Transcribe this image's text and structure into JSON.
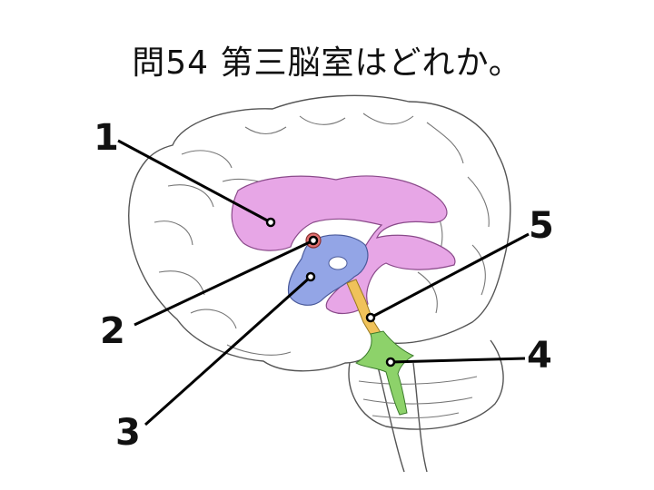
{
  "title": "問54 第三脳室はどれか。",
  "labels": [
    {
      "id": "1",
      "text": "1"
    },
    {
      "id": "2",
      "text": "2"
    },
    {
      "id": "3",
      "text": "3"
    },
    {
      "id": "4",
      "text": "4"
    },
    {
      "id": "5",
      "text": "5"
    }
  ],
  "colors": {
    "lateral_ventricle": "#e7a6e6",
    "third_ventricle": "#93a5e6",
    "interventricular_foramen": "#e07070",
    "cerebral_aqueduct": "#f0c25a",
    "fourth_ventricle": "#8dd26a"
  }
}
